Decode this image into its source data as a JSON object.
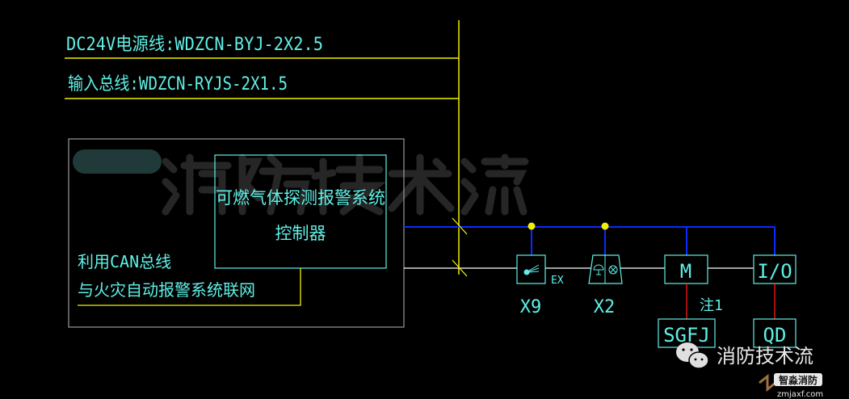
{
  "title": "可燃气体探测报警系统 接线示意",
  "cables": {
    "power": "DC24V电源线:WDZCN-BYJ-2X2.5",
    "input_bus": "输入总线:WDZCN-RYJS-2X1.5"
  },
  "controller": {
    "line1": "可燃气体探测报警系统",
    "line2": "控制器"
  },
  "network_note": {
    "line1": "利用CAN总线",
    "line2": "与火灾自动报警系统联网"
  },
  "devices": {
    "detector": {
      "label": "X9",
      "tag": "EX"
    },
    "alarm": {
      "label": "X2"
    },
    "module": {
      "label": "M",
      "note": "注1"
    },
    "io": {
      "label": "I/O"
    },
    "valve": {
      "label": "SGFJ"
    },
    "starter": {
      "label": "QD"
    }
  },
  "watermark": "消防技术流",
  "branding": {
    "wechat": "消防技术流",
    "site_name": "智淼消防",
    "site_url": "zmjaxf.com"
  },
  "colors": {
    "cyan": "#5ff0e6",
    "yellow": "#f0f000",
    "blue": "#0a2cff",
    "red": "#ff1a1a",
    "white": "#ffffff",
    "gray": "#9a9a9a"
  }
}
